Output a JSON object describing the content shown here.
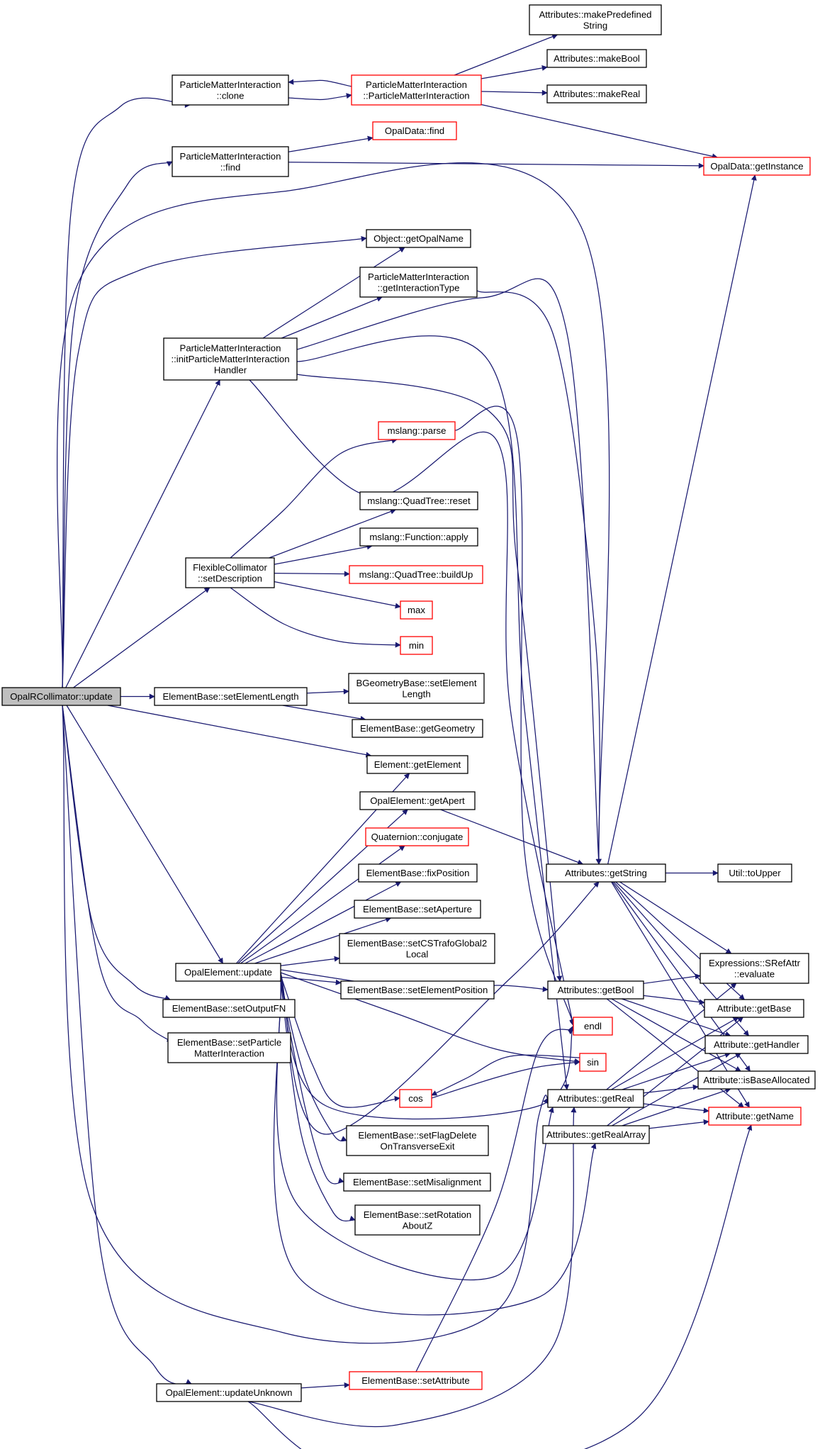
{
  "graph": {
    "root": "n0",
    "colors": {
      "edge": "#191970",
      "node_border": "#000000",
      "external_border": "#ff0000",
      "root_fill": "#bfbfbf",
      "node_fill": "#ffffff"
    },
    "nodes": [
      {
        "id": "n0",
        "lines": [
          "OpalRCollimator::update"
        ],
        "kind": "root"
      },
      {
        "id": "n1",
        "lines": [
          "ParticleMatterInteraction",
          "::clone"
        ],
        "kind": "normal"
      },
      {
        "id": "n2",
        "lines": [
          "ParticleMatterInteraction",
          "::ParticleMatterInteraction"
        ],
        "kind": "external"
      },
      {
        "id": "n3",
        "lines": [
          "Attributes::makePredefined",
          "String"
        ],
        "kind": "normal"
      },
      {
        "id": "n4",
        "lines": [
          "Attributes::makeBool"
        ],
        "kind": "normal"
      },
      {
        "id": "n5",
        "lines": [
          "Attributes::makeReal"
        ],
        "kind": "normal"
      },
      {
        "id": "n6",
        "lines": [
          "OpalData::getInstance"
        ],
        "kind": "external"
      },
      {
        "id": "n7",
        "lines": [
          "ParticleMatterInteraction",
          "::find"
        ],
        "kind": "normal"
      },
      {
        "id": "n8",
        "lines": [
          "OpalData::find"
        ],
        "kind": "external"
      },
      {
        "id": "n9",
        "lines": [
          "Object::getOpalName"
        ],
        "kind": "normal"
      },
      {
        "id": "n10",
        "lines": [
          "ParticleMatterInteraction",
          "::getInteractionType"
        ],
        "kind": "normal"
      },
      {
        "id": "n11",
        "lines": [
          "ParticleMatterInteraction",
          "::initParticleMatterInteraction",
          "Handler"
        ],
        "kind": "normal"
      },
      {
        "id": "n12",
        "lines": [
          "mslang::parse"
        ],
        "kind": "external"
      },
      {
        "id": "n13",
        "lines": [
          "mslang::QuadTree::reset"
        ],
        "kind": "normal"
      },
      {
        "id": "n14",
        "lines": [
          "mslang::Function::apply"
        ],
        "kind": "normal"
      },
      {
        "id": "n15",
        "lines": [
          "FlexibleCollimator",
          "::setDescription"
        ],
        "kind": "normal"
      },
      {
        "id": "n16",
        "lines": [
          "mslang::QuadTree::buildUp"
        ],
        "kind": "external"
      },
      {
        "id": "n17",
        "lines": [
          "max"
        ],
        "kind": "external"
      },
      {
        "id": "n18",
        "lines": [
          "min"
        ],
        "kind": "external"
      },
      {
        "id": "n19",
        "lines": [
          "ElementBase::setElementLength"
        ],
        "kind": "normal"
      },
      {
        "id": "n20",
        "lines": [
          "BGeometryBase::setElement",
          "Length"
        ],
        "kind": "normal"
      },
      {
        "id": "n21",
        "lines": [
          "ElementBase::getGeometry"
        ],
        "kind": "normal"
      },
      {
        "id": "n22",
        "lines": [
          "Element::getElement"
        ],
        "kind": "normal"
      },
      {
        "id": "n23",
        "lines": [
          "OpalElement::getApert"
        ],
        "kind": "normal"
      },
      {
        "id": "n24",
        "lines": [
          "Quaternion::conjugate"
        ],
        "kind": "external"
      },
      {
        "id": "n25",
        "lines": [
          "ElementBase::fixPosition"
        ],
        "kind": "normal"
      },
      {
        "id": "n26",
        "lines": [
          "ElementBase::setAperture"
        ],
        "kind": "normal"
      },
      {
        "id": "n27",
        "lines": [
          "ElementBase::setCSTrafoGlobal2",
          "Local"
        ],
        "kind": "normal"
      },
      {
        "id": "n28",
        "lines": [
          "OpalElement::update"
        ],
        "kind": "normal"
      },
      {
        "id": "n29",
        "lines": [
          "ElementBase::setElementPosition"
        ],
        "kind": "normal"
      },
      {
        "id": "n30",
        "lines": [
          "ElementBase::setOutputFN"
        ],
        "kind": "normal"
      },
      {
        "id": "n31",
        "lines": [
          "ElementBase::setParticle",
          "MatterInteraction"
        ],
        "kind": "normal"
      },
      {
        "id": "n32",
        "lines": [
          "endl"
        ],
        "kind": "external"
      },
      {
        "id": "n33",
        "lines": [
          "sin"
        ],
        "kind": "external"
      },
      {
        "id": "n34",
        "lines": [
          "cos"
        ],
        "kind": "external"
      },
      {
        "id": "n35",
        "lines": [
          "ElementBase::setFlagDelete",
          "OnTransverseExit"
        ],
        "kind": "normal"
      },
      {
        "id": "n36",
        "lines": [
          "ElementBase::setMisalignment"
        ],
        "kind": "normal"
      },
      {
        "id": "n37",
        "lines": [
          "ElementBase::setRotation",
          "AboutZ"
        ],
        "kind": "normal"
      },
      {
        "id": "n38",
        "lines": [
          "Attributes::getString"
        ],
        "kind": "normal"
      },
      {
        "id": "n39",
        "lines": [
          "Util::toUpper"
        ],
        "kind": "normal"
      },
      {
        "id": "n40",
        "lines": [
          "Expressions::SRefAttr",
          "::evaluate"
        ],
        "kind": "normal"
      },
      {
        "id": "n41",
        "lines": [
          "Attributes::getBool"
        ],
        "kind": "normal"
      },
      {
        "id": "n42",
        "lines": [
          "Attribute::getBase"
        ],
        "kind": "normal"
      },
      {
        "id": "n43",
        "lines": [
          "Attribute::getHandler"
        ],
        "kind": "normal"
      },
      {
        "id": "n44",
        "lines": [
          "Attribute::isBaseAllocated"
        ],
        "kind": "normal"
      },
      {
        "id": "n45",
        "lines": [
          "Attributes::getReal"
        ],
        "kind": "normal"
      },
      {
        "id": "n46",
        "lines": [
          "Attribute::getName"
        ],
        "kind": "external"
      },
      {
        "id": "n47",
        "lines": [
          "Attributes::getRealArray"
        ],
        "kind": "normal"
      },
      {
        "id": "n48",
        "lines": [
          "OpalElement::updateUnknown"
        ],
        "kind": "normal"
      },
      {
        "id": "n49",
        "lines": [
          "ElementBase::setAttribute"
        ],
        "kind": "external"
      }
    ],
    "edges": [
      [
        "n0",
        "n1"
      ],
      [
        "n0",
        "n7"
      ],
      [
        "n0",
        "n9"
      ],
      [
        "n0",
        "n11"
      ],
      [
        "n0",
        "n15"
      ],
      [
        "n0",
        "n19"
      ],
      [
        "n0",
        "n22"
      ],
      [
        "n0",
        "n28"
      ],
      [
        "n0",
        "n30"
      ],
      [
        "n0",
        "n31"
      ],
      [
        "n0",
        "n48"
      ],
      [
        "n0",
        "n38"
      ],
      [
        "n0",
        "n45"
      ],
      [
        "n1",
        "n2"
      ],
      [
        "n2",
        "n1"
      ],
      [
        "n2",
        "n3"
      ],
      [
        "n2",
        "n4"
      ],
      [
        "n2",
        "n5"
      ],
      [
        "n2",
        "n6"
      ],
      [
        "n7",
        "n8"
      ],
      [
        "n7",
        "n6"
      ],
      [
        "n11",
        "n9"
      ],
      [
        "n11",
        "n10"
      ],
      [
        "n11",
        "n38"
      ],
      [
        "n11",
        "n41"
      ],
      [
        "n11",
        "n45"
      ],
      [
        "n11",
        "n32"
      ],
      [
        "n10",
        "n38"
      ],
      [
        "n12",
        "n32"
      ],
      [
        "n15",
        "n12"
      ],
      [
        "n15",
        "n13"
      ],
      [
        "n15",
        "n14"
      ],
      [
        "n15",
        "n16"
      ],
      [
        "n15",
        "n17"
      ],
      [
        "n15",
        "n18"
      ],
      [
        "n19",
        "n20"
      ],
      [
        "n19",
        "n21"
      ],
      [
        "n23",
        "n38"
      ],
      [
        "n28",
        "n22"
      ],
      [
        "n28",
        "n23"
      ],
      [
        "n28",
        "n24"
      ],
      [
        "n28",
        "n25"
      ],
      [
        "n28",
        "n26"
      ],
      [
        "n28",
        "n27"
      ],
      [
        "n28",
        "n29"
      ],
      [
        "n28",
        "n41"
      ],
      [
        "n28",
        "n33"
      ],
      [
        "n28",
        "n34"
      ],
      [
        "n28",
        "n35"
      ],
      [
        "n28",
        "n36"
      ],
      [
        "n28",
        "n37"
      ],
      [
        "n28",
        "n45"
      ],
      [
        "n28",
        "n47"
      ],
      [
        "n28",
        "n32"
      ],
      [
        "n28",
        "n38"
      ],
      [
        "n34",
        "n33"
      ],
      [
        "n33",
        "n34"
      ],
      [
        "n38",
        "n39"
      ],
      [
        "n38",
        "n40"
      ],
      [
        "n38",
        "n42"
      ],
      [
        "n38",
        "n43"
      ],
      [
        "n38",
        "n44"
      ],
      [
        "n38",
        "n46"
      ],
      [
        "n38",
        "n6"
      ],
      [
        "n41",
        "n40"
      ],
      [
        "n41",
        "n42"
      ],
      [
        "n41",
        "n43"
      ],
      [
        "n41",
        "n44"
      ],
      [
        "n41",
        "n46"
      ],
      [
        "n45",
        "n40"
      ],
      [
        "n45",
        "n42"
      ],
      [
        "n45",
        "n43"
      ],
      [
        "n45",
        "n44"
      ],
      [
        "n45",
        "n46"
      ],
      [
        "n47",
        "n42"
      ],
      [
        "n47",
        "n43"
      ],
      [
        "n47",
        "n44"
      ],
      [
        "n47",
        "n46"
      ],
      [
        "n48",
        "n49"
      ],
      [
        "n48",
        "n45"
      ],
      [
        "n48",
        "n46"
      ],
      [
        "n49",
        "n32"
      ]
    ]
  }
}
